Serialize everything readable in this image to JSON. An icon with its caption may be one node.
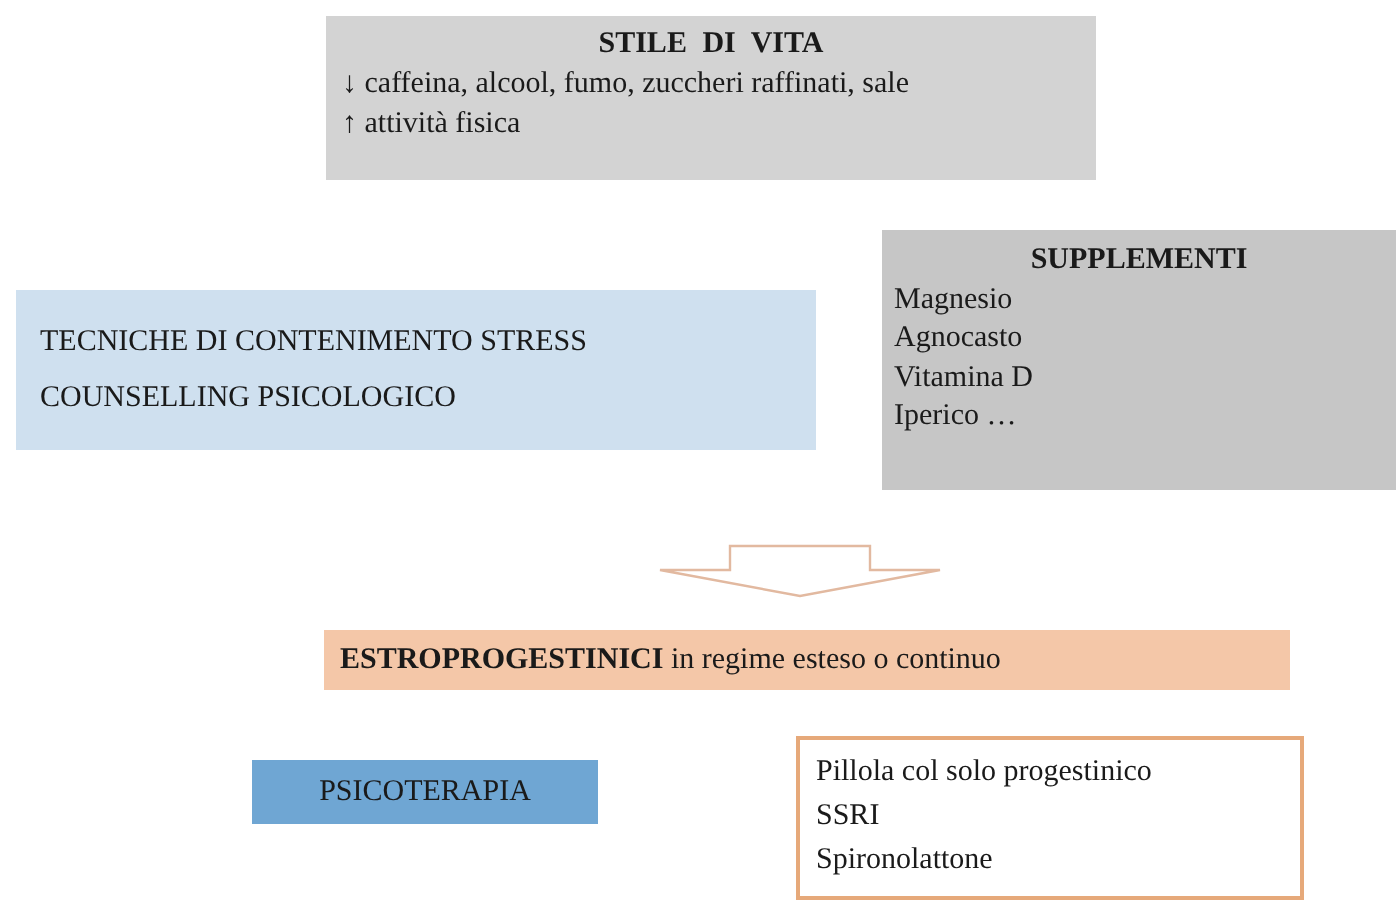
{
  "diagram": {
    "nodes": [
      {
        "text": [
          "STILE DI VITA",
          "↓ caffeina, alcool, fumo, zuccheri raffinati, sale",
          "↑ attività fisica"
        ]
      },
      {
        "text": [
          "TECNICHE DI CONTENIMENTO STRESS",
          "COUNSELLING PSICOLOGICO"
        ]
      },
      {
        "text": [
          "SUPPLEMENTI",
          "Magnesio",
          "Agnocasto",
          "Vitamina D",
          "Iperico …"
        ]
      },
      {
        "text": [
          "**ESTROPROGESTINICI** in regime esteso o continuo"
        ]
      },
      {
        "text": [
          "PSICOTERAPIA"
        ]
      },
      {
        "text": [
          "Pillola col solo progestinico",
          "SSRI",
          "Spironolattone"
        ]
      }
    ],
    "edges": [
      {
        "from": null,
        "to": 3,
        "arrow": "to",
        "style": "thick"
      }
    ]
  }
}
